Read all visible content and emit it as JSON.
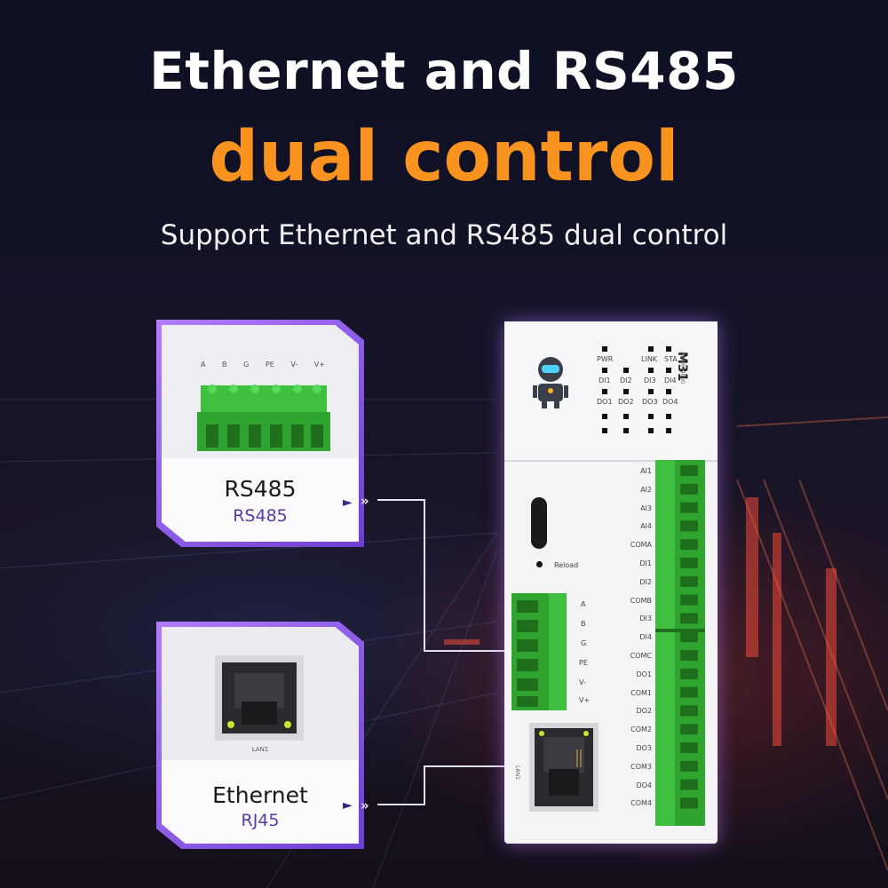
{
  "header": {
    "line1": "Ethernet and RS485",
    "line2": "dual control",
    "subtitle": "Support Ethernet and RS485 dual control"
  },
  "cards": {
    "rs485": {
      "title": "RS485",
      "subtitle": "RS485",
      "pin_labels": [
        "A",
        "B",
        "G",
        "PE",
        "V-",
        "V+"
      ]
    },
    "ethernet": {
      "title": "Ethernet",
      "subtitle": "RJ45",
      "port_label": "LAN1"
    }
  },
  "device": {
    "model": "M31",
    "model_sub": "AAAX4480G",
    "status_leds": [
      "PWR",
      "LINK",
      "STA"
    ],
    "di_labels": [
      "DI1",
      "DI2",
      "DI3",
      "DI4"
    ],
    "do_labels": [
      "DO1",
      "DO2",
      "DO3",
      "DO4"
    ],
    "reload_label": "Reload",
    "rs485_pins": [
      "A",
      "B",
      "G",
      "PE",
      "V-",
      "V+"
    ],
    "lan_label": "LAN1",
    "terminal_labels": [
      "AI1",
      "AI2",
      "AI3",
      "AI4",
      "COMA",
      "DI1",
      "DI2",
      "COMB",
      "DI3",
      "DI4",
      "COMC",
      "DO1",
      "COM1",
      "DO2",
      "COM2",
      "DO3",
      "COM3",
      "DO4",
      "COM4"
    ]
  },
  "colors": {
    "headline": "#ffffff",
    "accent": "#f7931e",
    "card_glow": "#b27cff",
    "terminal_green": "#3fbf3f"
  }
}
